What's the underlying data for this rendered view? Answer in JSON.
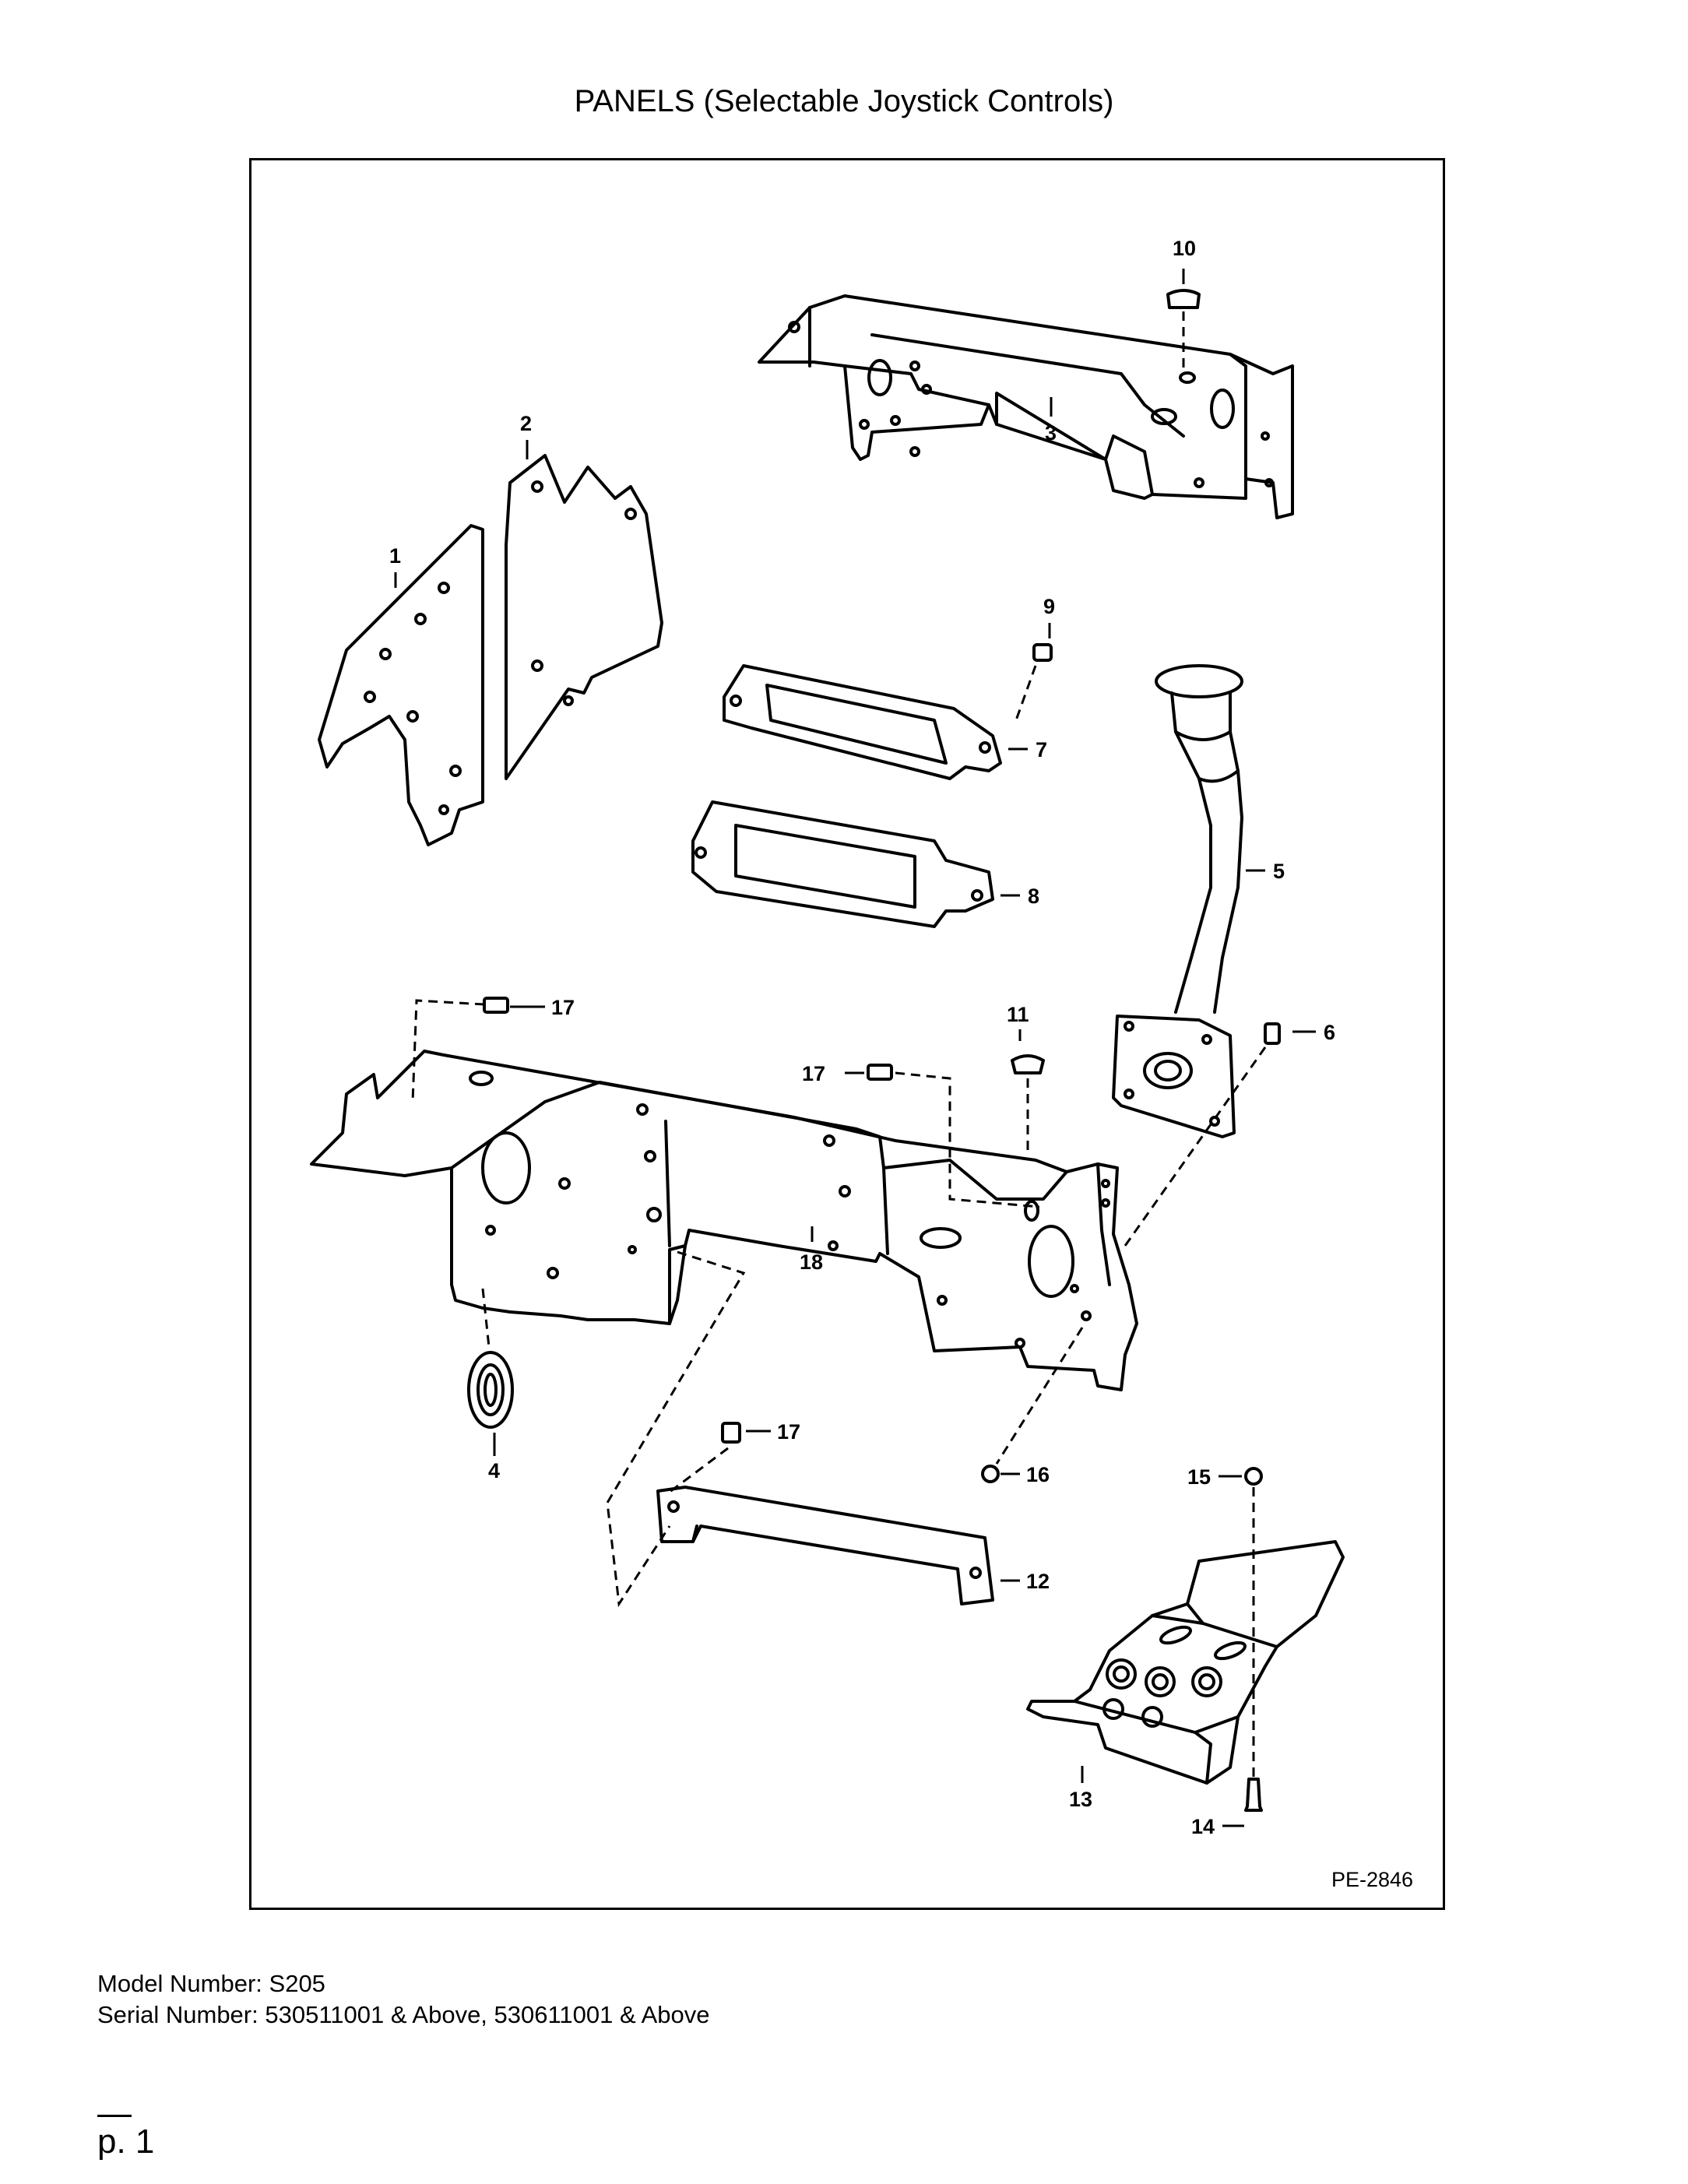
{
  "header": {
    "title": "PANELS (Selectable Joystick Controls)"
  },
  "diagram": {
    "drawing_number": "PE-2846",
    "callouts": [
      "1",
      "2",
      "3",
      "4",
      "5",
      "6",
      "7",
      "8",
      "9",
      "10",
      "11",
      "12",
      "13",
      "14",
      "15",
      "16",
      "17",
      "18"
    ]
  },
  "footer": {
    "model_line": "Model Number: S205",
    "serial_line": "Serial Number: 530511001 & Above, 530611001 & Above"
  },
  "page": {
    "number": "p. 1"
  }
}
